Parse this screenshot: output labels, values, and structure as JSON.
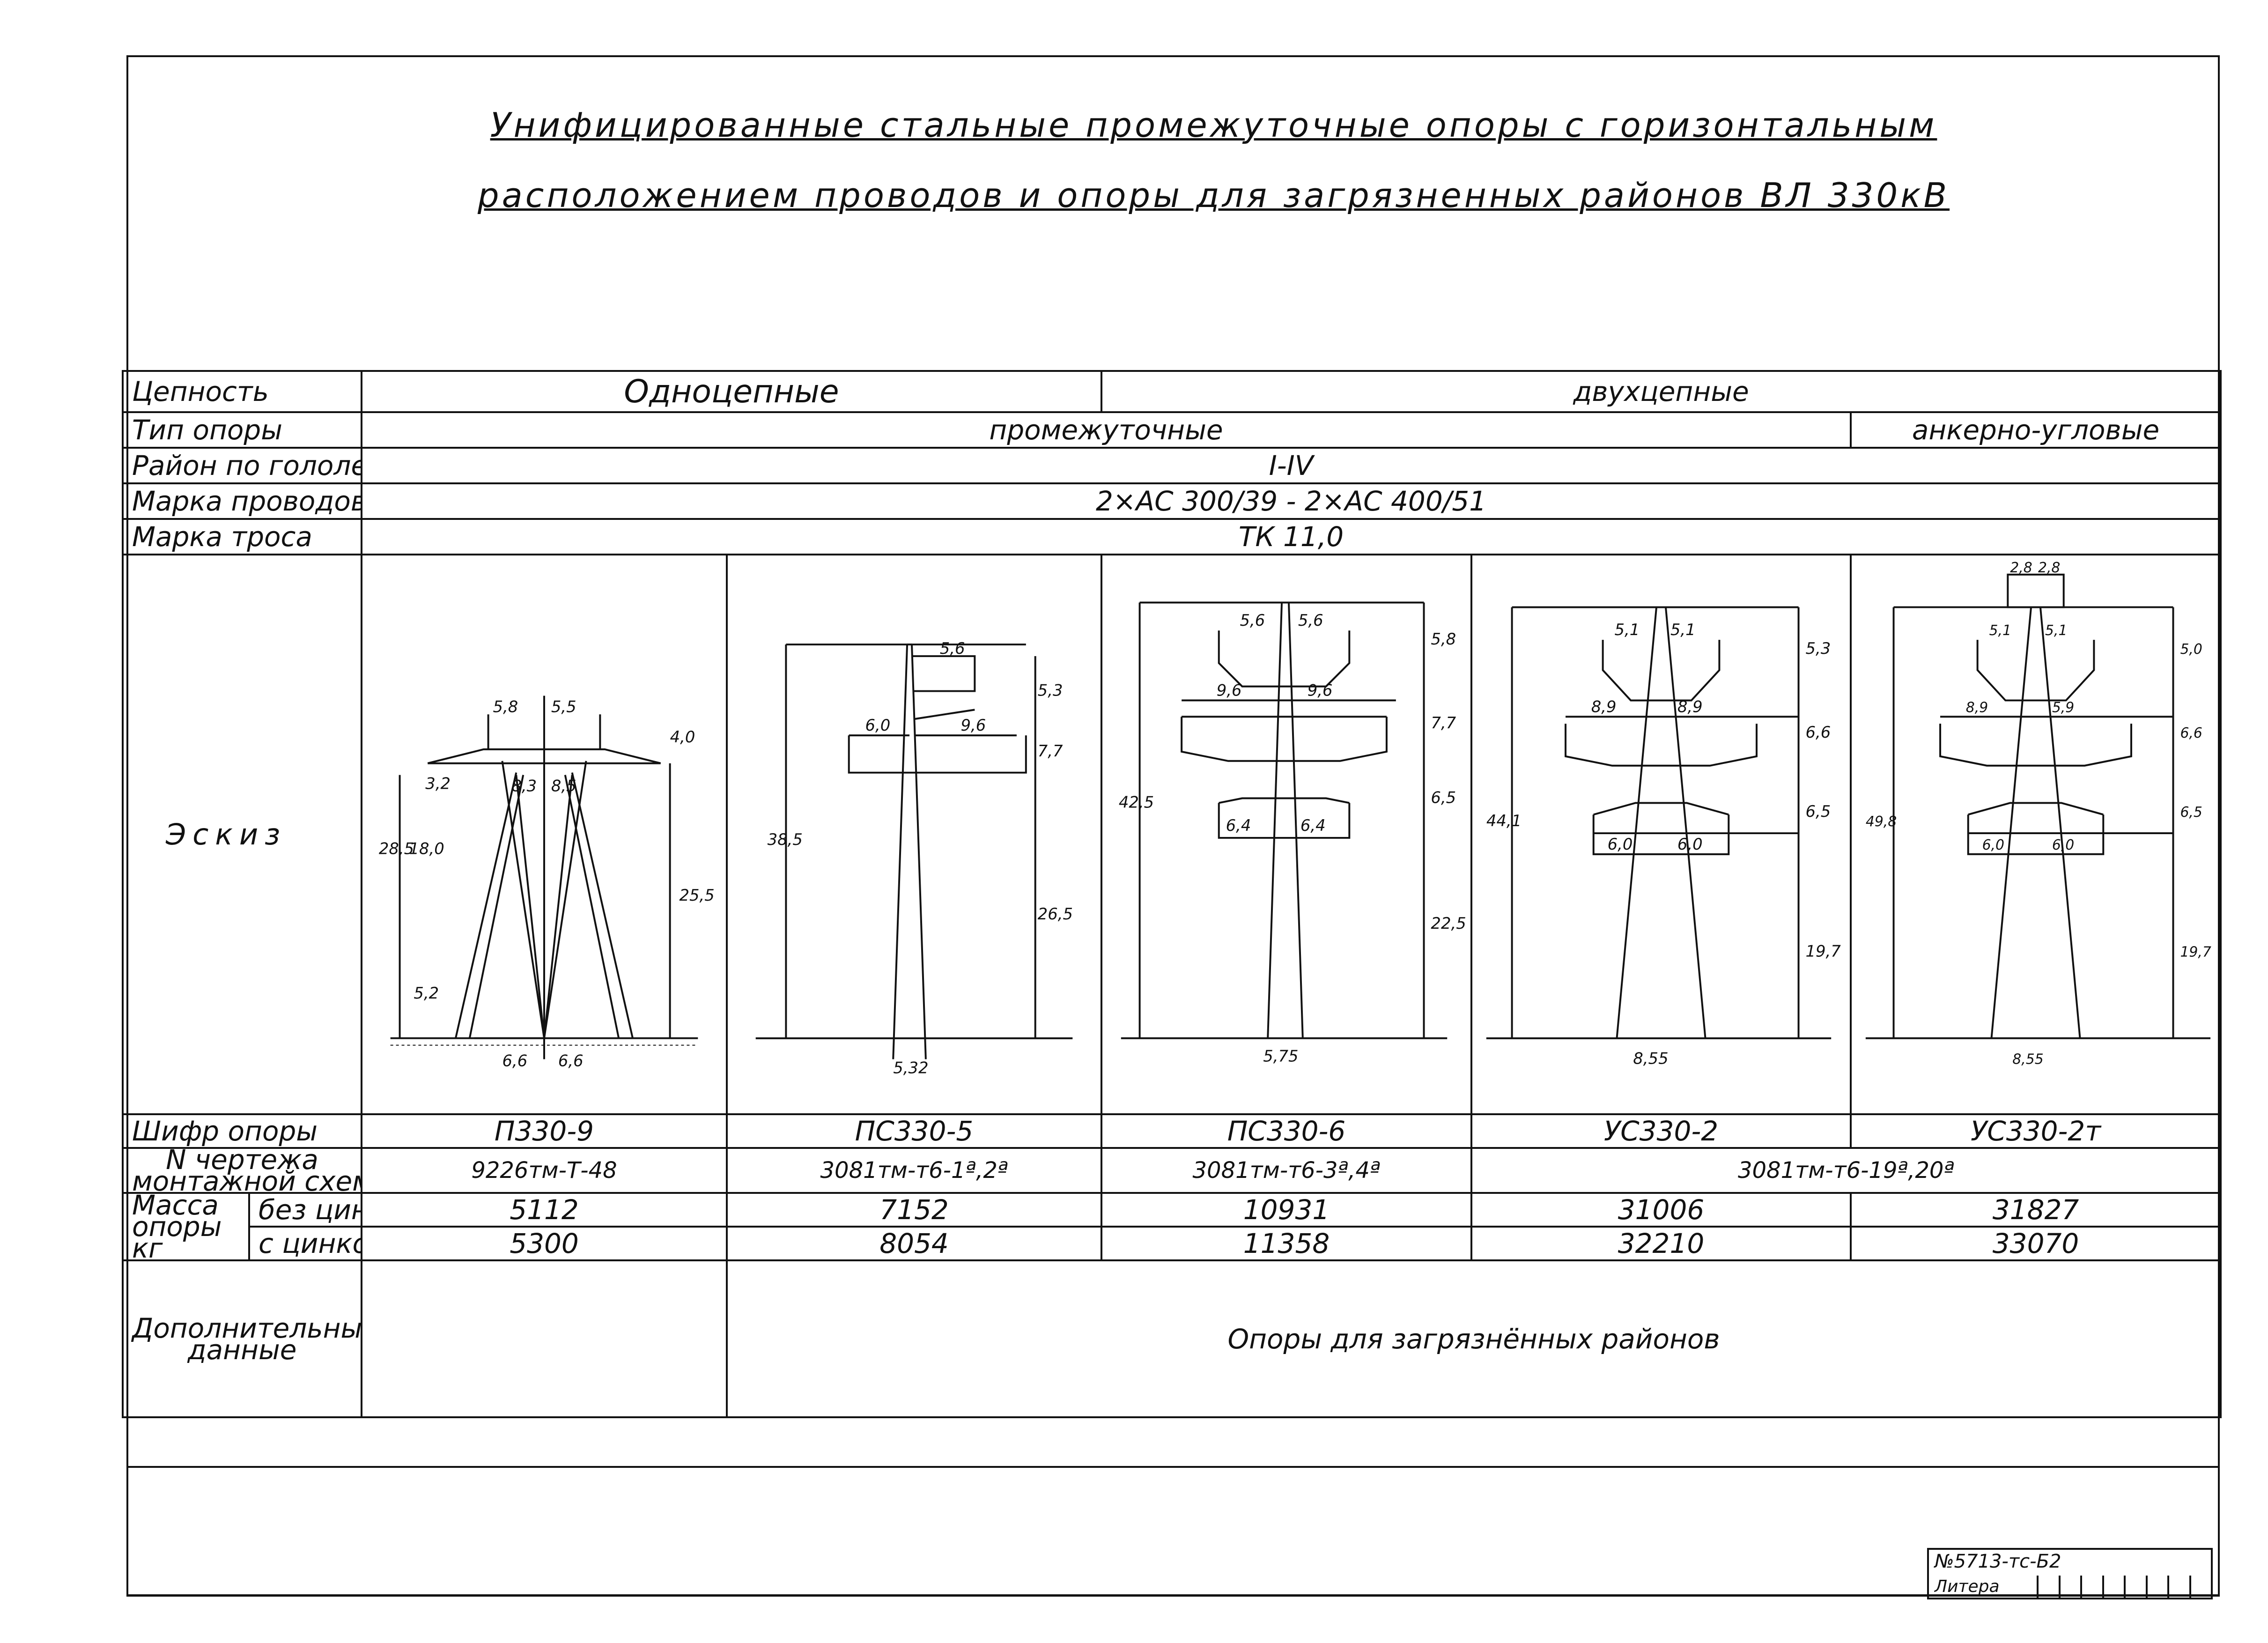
{
  "title": {
    "line1": "Унифицированные стальные промежуточные опоры с горизонтальным",
    "line2": "расположением проводов и опоры для загрязненных районов ВЛ 330кВ"
  },
  "table": {
    "rows": {
      "chain": {
        "label": "Цепность",
        "single": "Одноцепные",
        "double": "двухцепные"
      },
      "type": {
        "label": "Тип опоры",
        "intermediate": "промежуточные",
        "anchor": "анкерно-угловые"
      },
      "region": {
        "label": "Район по гололеду",
        "value": "I-IV"
      },
      "wire": {
        "label": "Марка проводов",
        "value": "2×АС 300/39 - 2×АС 400/51"
      },
      "cable": {
        "label": "Марка троса",
        "value": "ТК 11,0"
      },
      "sketch": {
        "label": "Эскиз"
      },
      "code": {
        "label": "Шифр опоры",
        "values": [
          "П330-9",
          "ПС330-5",
          "ПС330-6",
          "УС330-2",
          "УС330-2т"
        ]
      },
      "drawing": {
        "label_line1": "N чертежа",
        "label_line2": "монтажной схемы",
        "values": [
          "9226тм-Т-48",
          "3081тм-т6-1ª,2ª",
          "3081тм-т6-3ª,4ª"
        ],
        "merged": "3081тм-т6-19ª,20ª"
      },
      "mass": {
        "label_line1": "Масса",
        "label_line2": "опоры",
        "label_line3": "кг",
        "without_zinc_label": "без цинка",
        "with_zinc_label": "с цинком",
        "without_zinc": [
          "5112",
          "7152",
          "10931",
          "31006",
          "31827"
        ],
        "with_zinc": [
          "5300",
          "8054",
          "11358",
          "32210",
          "33070"
        ]
      },
      "extra": {
        "label_line1": "Дополнительные",
        "label_line2": "данные",
        "value": "Опоры для загрязнённых районов"
      }
    }
  },
  "sketches": {
    "p330_9": {
      "top_l": "5,8",
      "top_r": "5,5",
      "right_h": "4,0",
      "cross_l": "8,3",
      "cross_r": "8,5",
      "left_small": "3,2",
      "left_h": "28,5",
      "left_h2": "18,0",
      "right_total": "25,5",
      "left_bottom": "5,2",
      "base_l": "6,6",
      "base_r": "6,6"
    },
    "ps330_5": {
      "arm_top": "5,6",
      "right_top": "5,3",
      "arm_l": "6,0",
      "arm_r": "9,6",
      "right_mid": "7,7",
      "left_h": "38,5",
      "right_h": "26,5",
      "base": "5,32"
    },
    "ps330_6": {
      "top_l": "5,6",
      "top_r": "5,6",
      "r1": "5,8",
      "mid_l": "9,6",
      "mid_r": "9,6",
      "r2": "7,7",
      "r3": "6,5",
      "bot_l": "6,4",
      "bot_r": "6,4",
      "left_h": "42,5",
      "right_h": "22,5",
      "base": "5,75"
    },
    "us330_2": {
      "top_l": "5,1",
      "top_r": "5,1",
      "r1": "5,3",
      "mid_l": "8,9",
      "mid_r": "8,9",
      "r2": "6,6",
      "r3": "6,5",
      "bot_l": "6,0",
      "bot_r": "6,0",
      "left_h": "44,1",
      "right_h": "19,7",
      "base": "8,55"
    },
    "us330_2t": {
      "peak": "2,8",
      "peak2": "2,8",
      "top_l": "5,1",
      "top_r": "5,1",
      "r1": "5,0",
      "mid_l": "8,9",
      "mid_r": "5,9",
      "r2": "6,6",
      "r3": "6,5",
      "bot_l": "6,0",
      "bot_r": "6,0",
      "left_h": "49,8",
      "right_h": "19,7",
      "base": "8,55"
    }
  },
  "stamp": {
    "code": "№5713-тс-Б2",
    "litera": "Литера"
  }
}
